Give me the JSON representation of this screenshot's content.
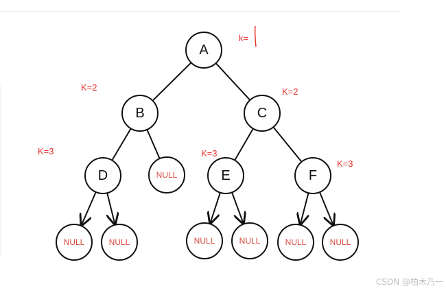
{
  "colors": {
    "annotation": "#e8322e",
    "null_text": "#d94a3c",
    "line": "#111111"
  },
  "tree": {
    "nodes": {
      "A": {
        "label": "A"
      },
      "B": {
        "label": "B"
      },
      "C": {
        "label": "C"
      },
      "D": {
        "label": "D"
      },
      "E": {
        "label": "E"
      },
      "F": {
        "label": "F"
      }
    },
    "null_label": "NULL",
    "edges": [
      [
        "A",
        "B"
      ],
      [
        "A",
        "C"
      ],
      [
        "B",
        "D"
      ],
      [
        "B",
        "N1"
      ],
      [
        "C",
        "E"
      ],
      [
        "C",
        "F"
      ],
      [
        "D",
        "N2"
      ],
      [
        "D",
        "N3"
      ],
      [
        "E",
        "N4"
      ],
      [
        "E",
        "N5"
      ],
      [
        "F",
        "N6"
      ],
      [
        "F",
        "N7"
      ]
    ]
  },
  "annotations": {
    "k1": "k=",
    "k2_left": "K=2",
    "k2_right": "K=2",
    "k3_left": "K=3",
    "k3_mid": "K=3",
    "k3_right": "K=3"
  },
  "watermark": "CSDN @柏木乃一"
}
